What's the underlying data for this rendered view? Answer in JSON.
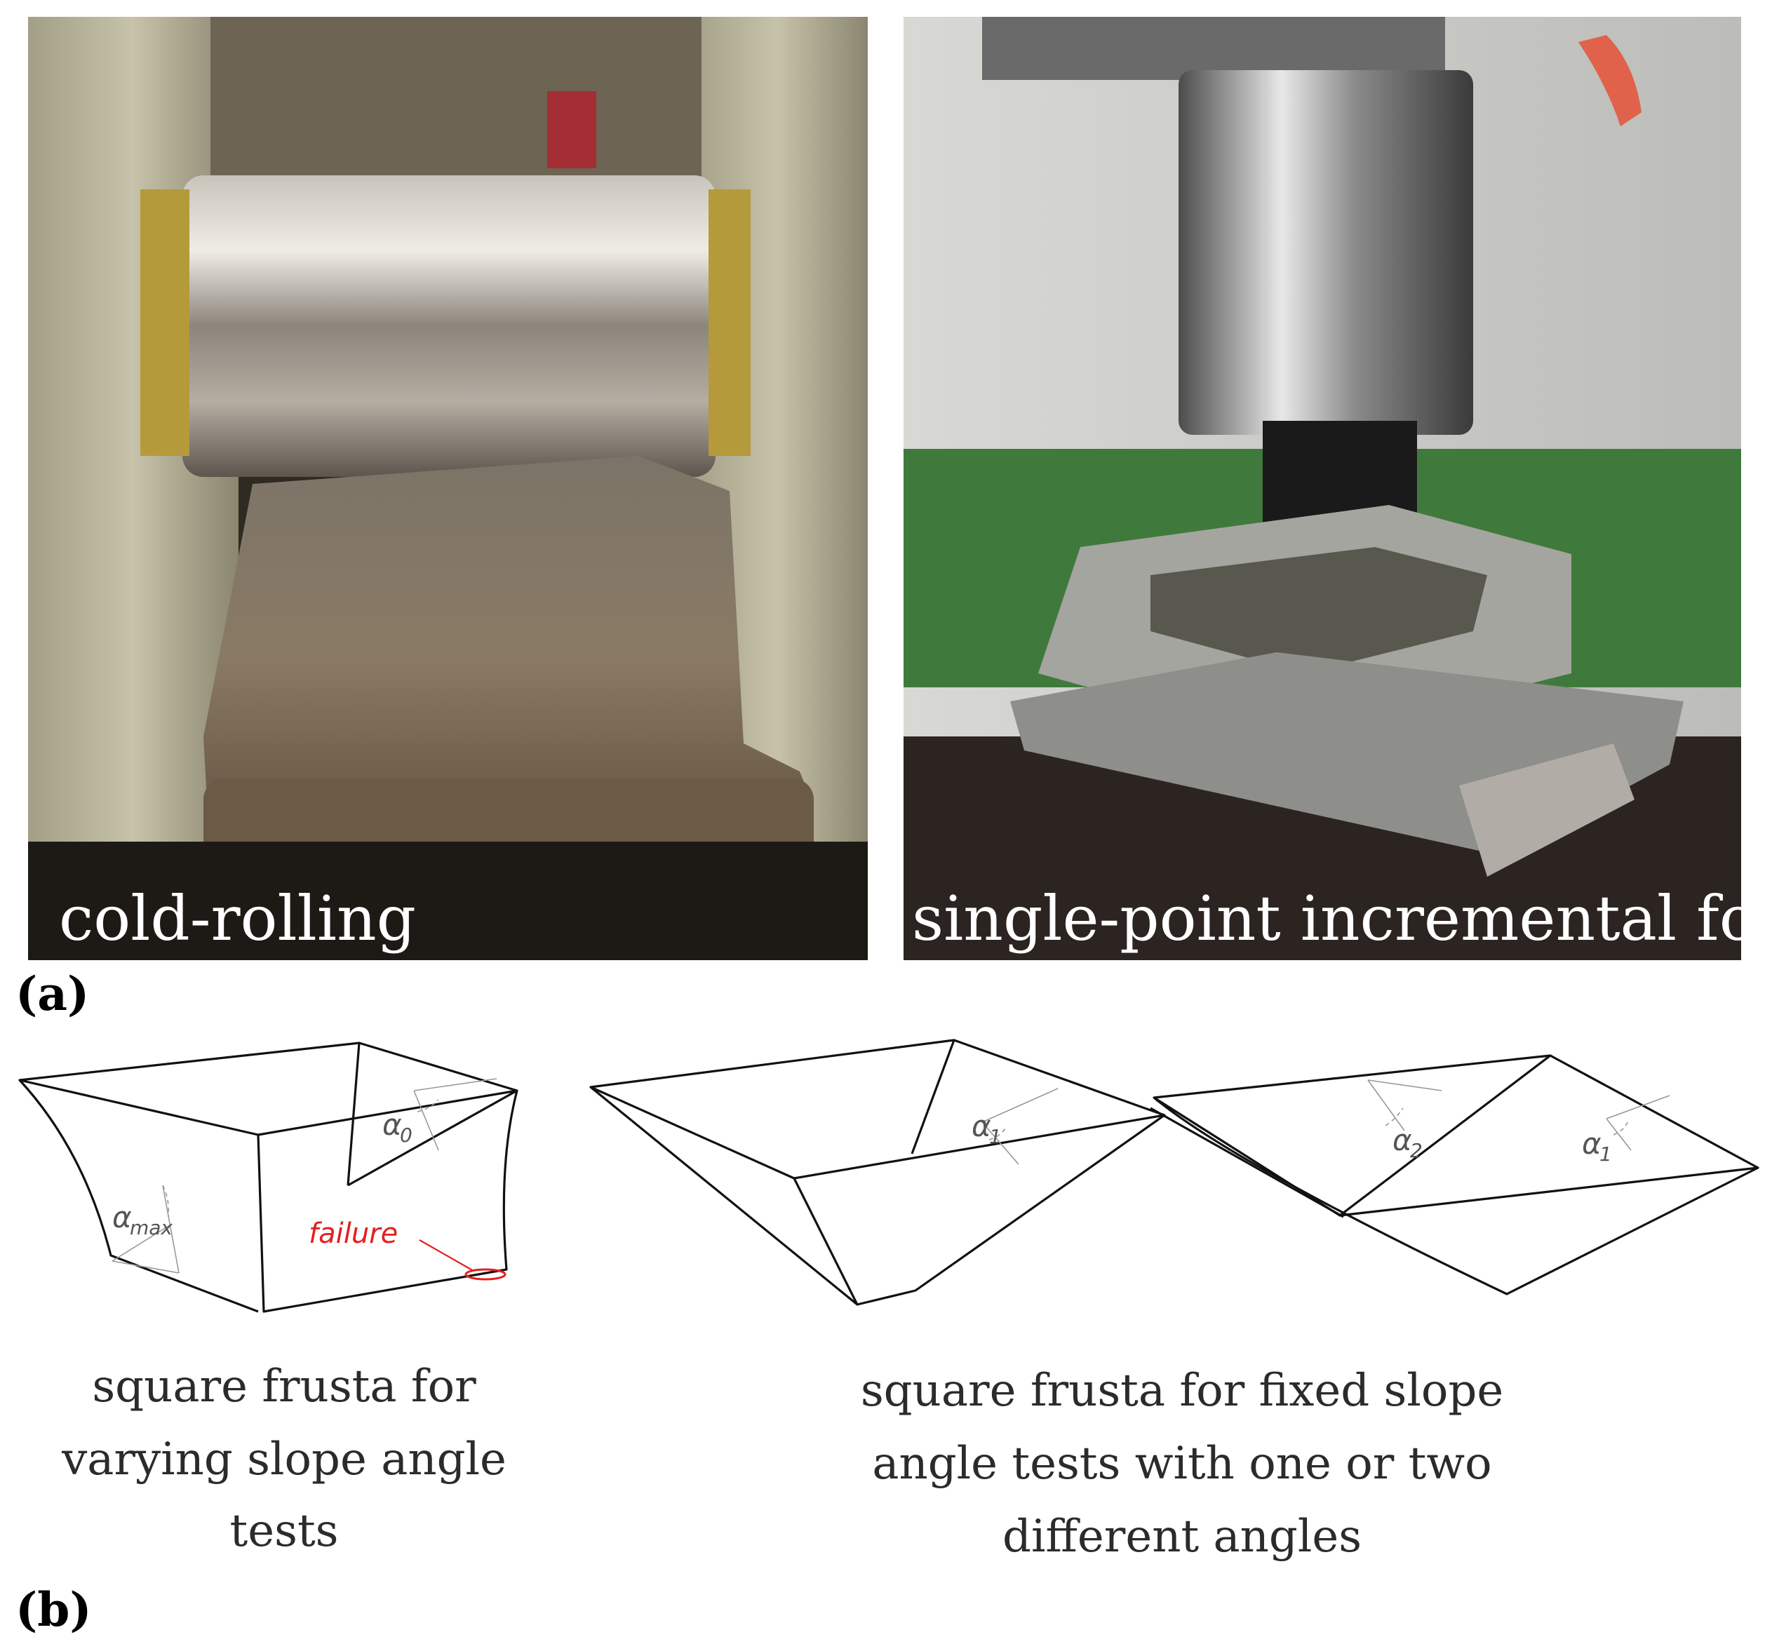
{
  "panel_a": {
    "label": "(a)",
    "photo_left_caption": "cold-rolling",
    "photo_right_caption": "single-point incremental forming"
  },
  "panel_b": {
    "label": "(b)",
    "frustum_1": {
      "angle_top": "α",
      "angle_top_sub": "0",
      "angle_side": "α",
      "angle_side_sub": "max",
      "failure_label": "failure"
    },
    "frustum_2": {
      "angle": "α",
      "angle_sub": "1"
    },
    "frustum_3": {
      "angle_a": "α",
      "angle_a_sub": "2",
      "angle_b": "α",
      "angle_b_sub": "1"
    },
    "desc_left": [
      "square frusta for",
      "varying slope angle",
      "tests"
    ],
    "desc_right": [
      "square frusta for fixed slope",
      "angle tests with one or two",
      "different angles"
    ]
  },
  "colors": {
    "failure": "#e32020"
  }
}
